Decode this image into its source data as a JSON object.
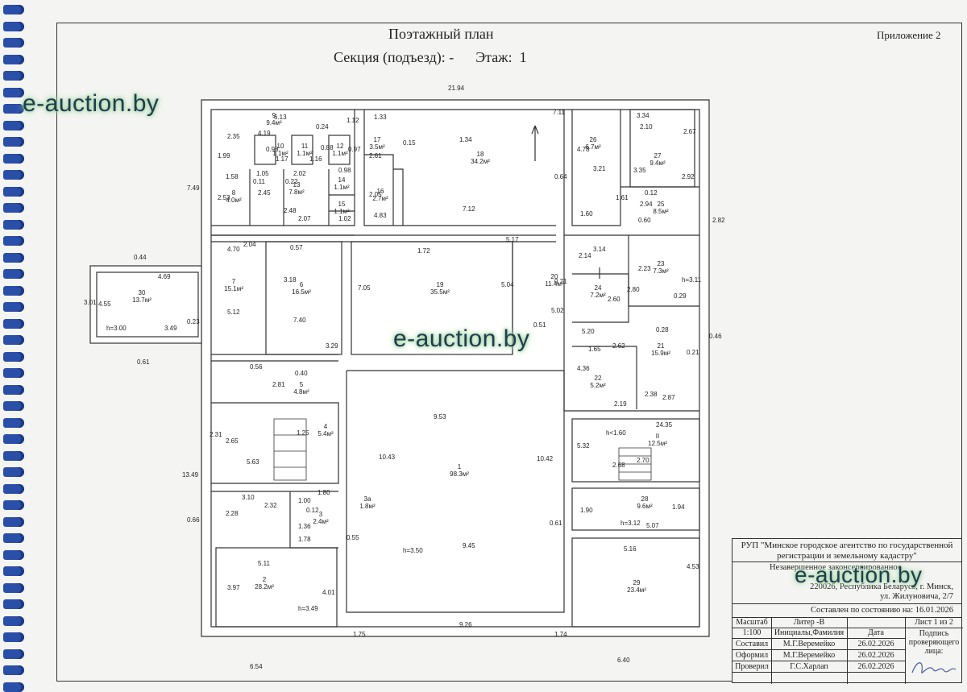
{
  "header": {
    "title": "Поэтажный план",
    "section_floor": "Секция (подъезд): -      Этаж:  1",
    "appendix": "Приложение 2"
  },
  "watermark": {
    "text": "e-auction.by"
  },
  "rooms": [
    {
      "id": "1",
      "area": "98.3м²"
    },
    {
      "id": "2",
      "area": "28.2м²"
    },
    {
      "id": "3",
      "area": "2.4м²"
    },
    {
      "id": "3а",
      "area": "1.8м²"
    },
    {
      "id": "4",
      "area": "5.4м²"
    },
    {
      "id": "5",
      "area": "4.8м²"
    },
    {
      "id": "6",
      "area": "16.5м²"
    },
    {
      "id": "7",
      "area": "15.1м²"
    },
    {
      "id": "8",
      "area": "4.0м²"
    },
    {
      "id": "9",
      "area": "9.4м²"
    },
    {
      "id": "10",
      "area": "1.1м²"
    },
    {
      "id": "11",
      "area": "1.1м²"
    },
    {
      "id": "12",
      "area": "1.1м²"
    },
    {
      "id": "13",
      "area": "7.8м²"
    },
    {
      "id": "14",
      "area": "1.1м²"
    },
    {
      "id": "15",
      "area": "1.1м²"
    },
    {
      "id": "16",
      "area": "2.7м²"
    },
    {
      "id": "17",
      "area": "3.5м²"
    },
    {
      "id": "18",
      "area": "34.2м²"
    },
    {
      "id": "19",
      "area": "35.5м²"
    },
    {
      "id": "20",
      "area": "11.4м²"
    },
    {
      "id": "21",
      "area": "15.9м²"
    },
    {
      "id": "22",
      "area": "5.2м²"
    },
    {
      "id": "23",
      "area": "7.3м²"
    },
    {
      "id": "24",
      "area": "7.2м²"
    },
    {
      "id": "25",
      "area": "8.5м²"
    },
    {
      "id": "26",
      "area": "6.7м²"
    },
    {
      "id": "27",
      "area": "9.4м²"
    },
    {
      "id": "28",
      "area": "9.6м²"
    },
    {
      "id": "29",
      "area": "23.4м²"
    },
    {
      "id": "30",
      "area": "13.7м²"
    },
    {
      "id": "II",
      "area": "12.5м²"
    }
  ],
  "heights": [
    "h=3.50",
    "h=3.49",
    "h=3.00",
    "h=3.11",
    "h=3.12",
    "h<1.60"
  ],
  "dimensions": [
    "21.94",
    "6.13",
    "2.35",
    "1.99",
    "1.58",
    "2.53",
    "7.49",
    "4.19",
    "0.98",
    "1.17",
    "1.16",
    "0.24",
    "0.88",
    "1.12",
    "0.97",
    "1.05",
    "0.11",
    "2.02",
    "0.22",
    "2.45",
    "0.98",
    "2.48",
    "2.07",
    "1.02",
    "1.33",
    "2.61",
    "0.15",
    "2.05",
    "4.83",
    "1.34",
    "7.12",
    "7.11",
    "0.64",
    "4.78",
    "3.21",
    "2.10",
    "3.34",
    "2.67",
    "3.35",
    "2.92",
    "0.12",
    "2.94",
    "1.61",
    "1.60",
    "0.60",
    "2.82",
    "0.44",
    "4.69",
    "4.55",
    "3.01",
    "3.49",
    "0.23",
    "0.61",
    "4.70",
    "2.04",
    "0.57",
    "3.18",
    "5.12",
    "7.40",
    "3.29",
    "0.56",
    "0.40",
    "2.81",
    "1.72",
    "7.05",
    "5.04",
    "5.17",
    "0.71",
    "5.02",
    "0.51",
    "2.14",
    "3.14",
    "2.23",
    "2.80",
    "2.60",
    "0.29",
    "0.28",
    "5.20",
    "1.65",
    "2.62",
    "0.21",
    "4.36",
    "2.19",
    "2.38",
    "2.87",
    "0.46",
    "24.35",
    "5.32",
    "2.68",
    "2.70",
    "2.31",
    "2.65",
    "1.25",
    "5.63",
    "13.49",
    "9.53",
    "10.43",
    "10.42",
    "3.10",
    "2.28",
    "2.32",
    "1.80",
    "1.00",
    "0.66",
    "0.12",
    "1.36",
    "1.78",
    "0.55",
    "0.61",
    "1.90",
    "5.07",
    "1.94",
    "5.16",
    "4.53",
    "5.11",
    "3.97",
    "4.01",
    "9.45",
    "9.26",
    "1.75",
    "1.74",
    "6.54",
    "6.40"
  ],
  "stamp": {
    "org": "РУП \"Минское городское агентство по государственной регистрации и земельному кадастру\"",
    "object": "Незавершенное законсервированное",
    "address1": "220026, Республика Беларусь, г. Минск,",
    "address2": "ул. Жилуновича, 2/7",
    "state_date": "Составлен по состоянию на: 16.01.2026",
    "scale_label": "Масштаб",
    "scale_value": "1:100",
    "litera": "Литер -В",
    "sheet": "Лист  1  из 2",
    "col_initials": "Инициалы,Фамилия",
    "col_date": "Дата",
    "col_sign": "Подпись проверяющего лица:",
    "rows": [
      {
        "role": "Составил",
        "name": "М.Г.Веремейко",
        "date": "26.02.2026"
      },
      {
        "role": "Оформил",
        "name": "М.Г.Веремейко",
        "date": "26.02.2026"
      },
      {
        "role": "Проверил",
        "name": "Г.С.Харлап",
        "date": "26.02.2026"
      }
    ]
  },
  "colors": {
    "line": "#333333",
    "wall_fill": "#ffffff",
    "binding": "#2a4fa8",
    "watermark_glow": "#9fd19f"
  }
}
